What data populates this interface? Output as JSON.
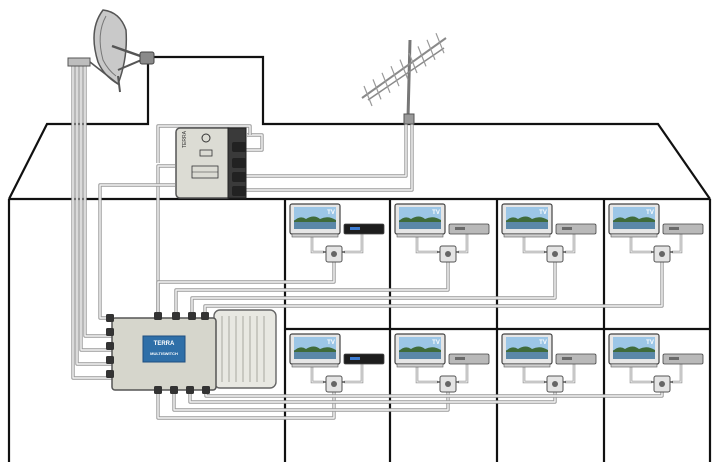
{
  "brand": "TERRA",
  "multiswitch_brand": "TERRA",
  "multiswitch_model_line": "MULTISWITCH",
  "tv_badge": "TV",
  "colors": {
    "wall": "#111111",
    "cable": "#9a9a9a",
    "device_body": "#d8d8d0",
    "label_blue": "#2f6fa8",
    "tv_frame": "#e6e6e6",
    "screen_sky": "#9cc6e6",
    "screen_water": "#5b88a8",
    "stb_dark": "#1d1d1d",
    "stb_silver": "#b9b9b9"
  },
  "icons": {
    "dish": "satellite-dish-icon",
    "antenna": "yagi-antenna-icon",
    "multiswitch": "multiswitch-icon",
    "lnb_splitter": "lnb-combiner-icon",
    "tv": "television-icon",
    "stb": "set-top-box-icon",
    "wall_socket": "wall-outlet-icon"
  }
}
